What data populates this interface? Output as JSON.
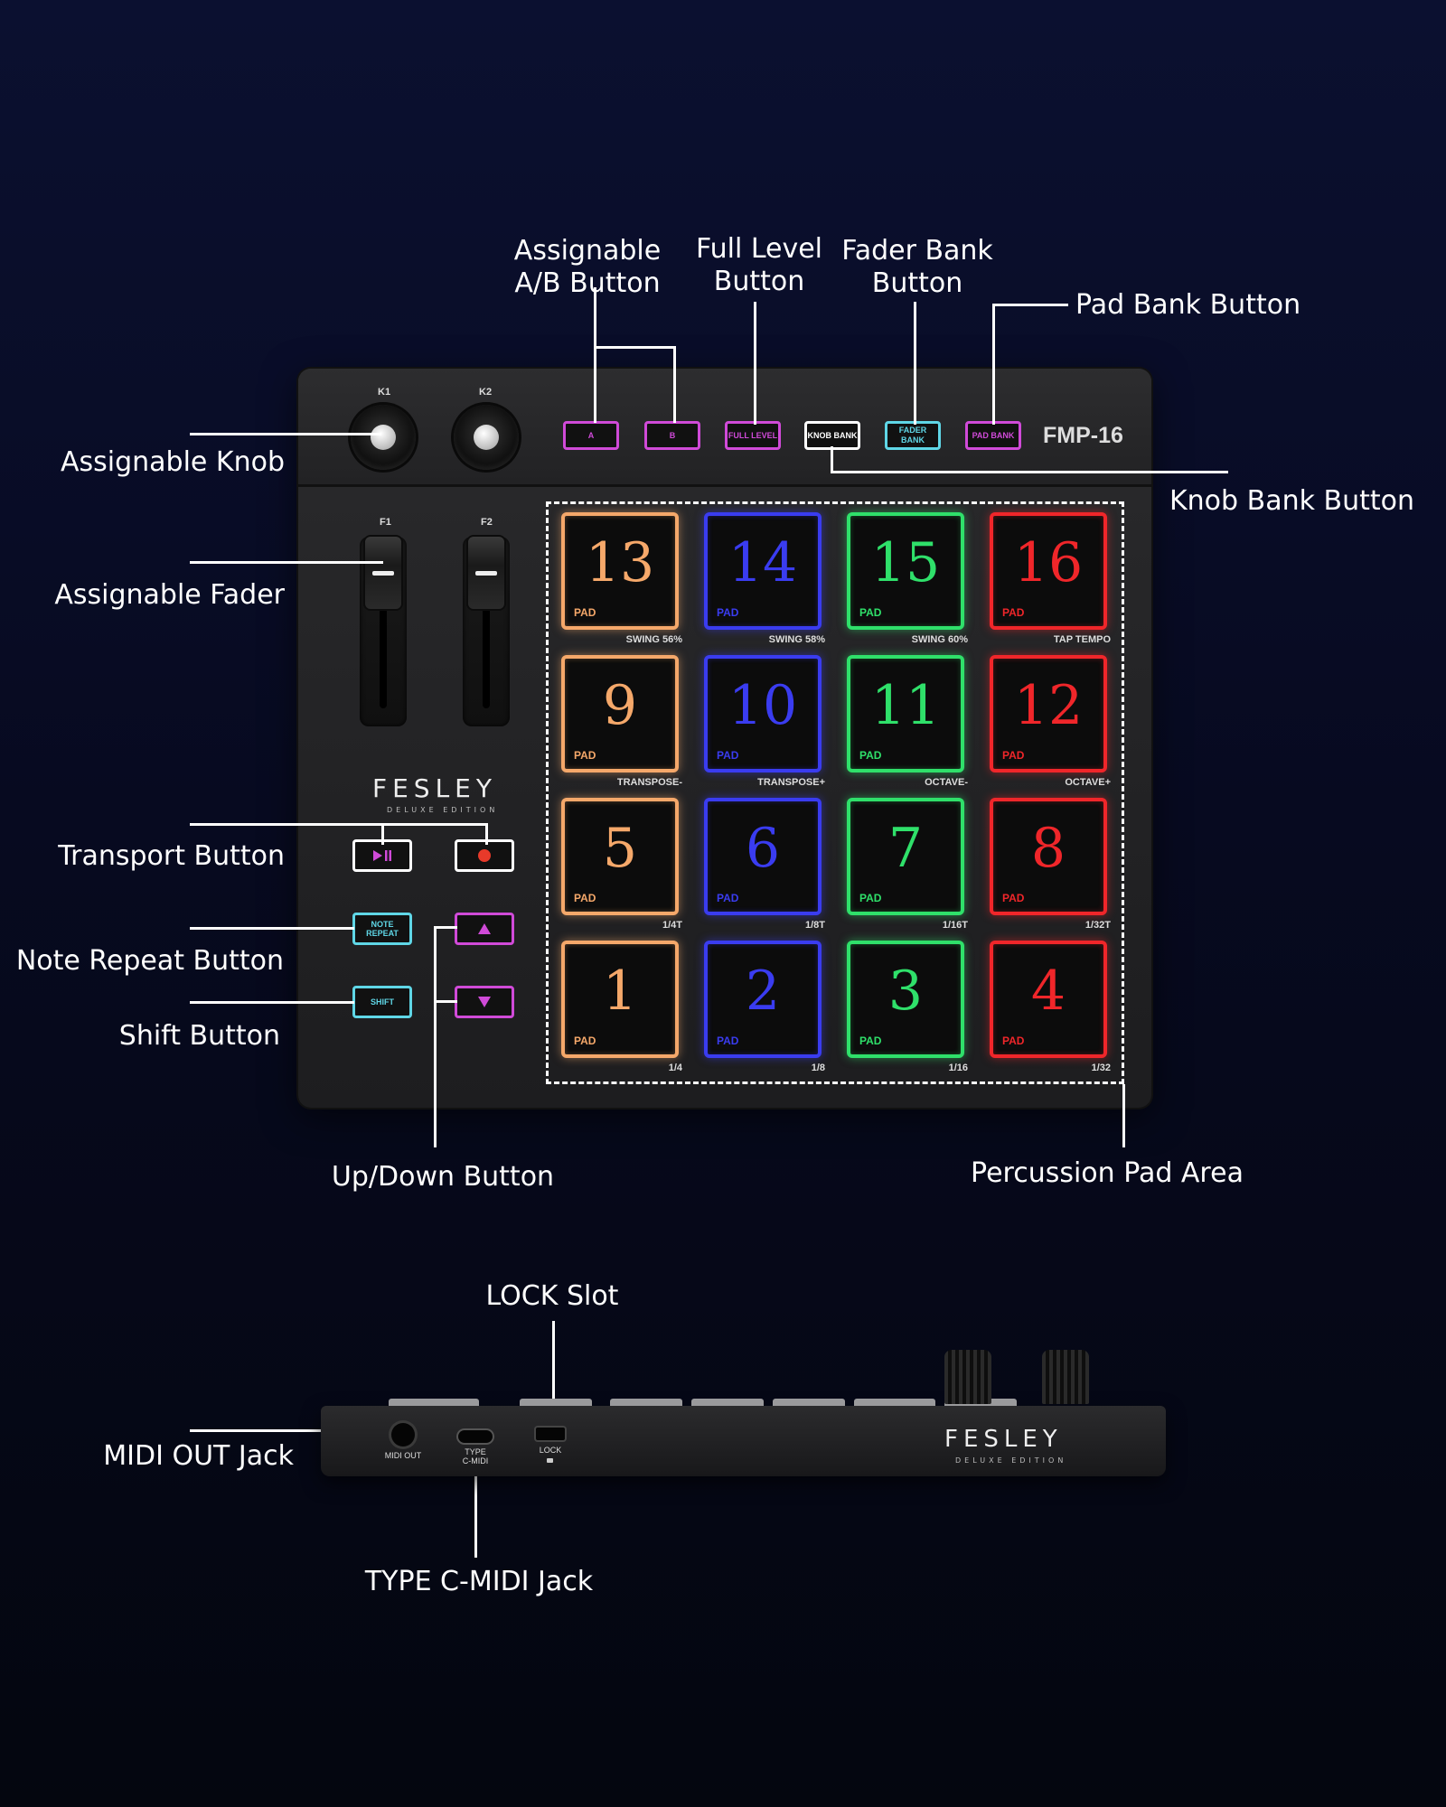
{
  "callouts": {
    "assignable_ab": [
      "Assignable",
      "A/B Button"
    ],
    "full_level": [
      "Full Level",
      "Button"
    ],
    "fader_bank": [
      "Fader Bank",
      "Button"
    ],
    "pad_bank": "Pad Bank Button",
    "knob_bank": "Knob Bank Button",
    "assignable_knob": "Assignable Knob",
    "assignable_fader": "Assignable Fader",
    "transport": "Transport Button",
    "note_repeat": "Note Repeat Button",
    "shift": "Shift Button",
    "up_down": "Up/Down Button",
    "pad_area": "Percussion Pad Area",
    "lock_slot": "LOCK Slot",
    "midi_out": "MIDI OUT Jack",
    "typec": "TYPE C-MIDI Jack"
  },
  "device": {
    "model": "FMP-16",
    "brand": "FESLEY",
    "edition": "DELUXE EDITION",
    "knobs": [
      "K1",
      "K2"
    ],
    "faders": [
      "F1",
      "F2"
    ],
    "top_buttons": [
      {
        "label": "A",
        "color": "#d04ad8"
      },
      {
        "label": "B",
        "color": "#d04ad8"
      },
      {
        "label": "FULL LEVEL",
        "color": "#d04ad8"
      },
      {
        "label": "KNOB BANK",
        "color": "#ffffff"
      },
      {
        "label": "FADER BANK",
        "color": "#5fd6e6"
      },
      {
        "label": "PAD BANK",
        "color": "#d04ad8"
      }
    ],
    "transport": {
      "play_icon": "play-pause-icon",
      "record_icon": "record-icon",
      "record_color": "#e83a2a"
    },
    "note_repeat": "NOTE REPEAT",
    "shift": "SHIFT",
    "up_icon": "up-arrow-icon",
    "down_icon": "down-arrow-icon",
    "pad_label": "PAD",
    "pad_rows": [
      {
        "pads": [
          "13",
          "14",
          "15",
          "16"
        ],
        "subs": [
          "SWING 56%",
          "SWING 58%",
          "SWING 60%",
          "TAP TEMPO"
        ]
      },
      {
        "pads": [
          "9",
          "10",
          "11",
          "12"
        ],
        "subs": [
          "TRANSPOSE-",
          "TRANSPOSE+",
          "OCTAVE-",
          "OCTAVE+"
        ]
      },
      {
        "pads": [
          "5",
          "6",
          "7",
          "8"
        ],
        "subs": [
          "1/4T",
          "1/8T",
          "1/16T",
          "1/32T"
        ]
      },
      {
        "pads": [
          "1",
          "2",
          "3",
          "4"
        ],
        "subs": [
          "1/4",
          "1/8",
          "1/16",
          "1/32"
        ]
      }
    ],
    "pad_colors": [
      "#f5a86a",
      "#3a3cf0",
      "#2fe06a",
      "#f0262a"
    ]
  },
  "side": {
    "midi_out": "MIDI OUT",
    "typec": [
      "TYPE",
      "C-MIDI"
    ],
    "lock": "LOCK",
    "brand": "FESLEY",
    "edition": "DELUXE EDITION"
  }
}
